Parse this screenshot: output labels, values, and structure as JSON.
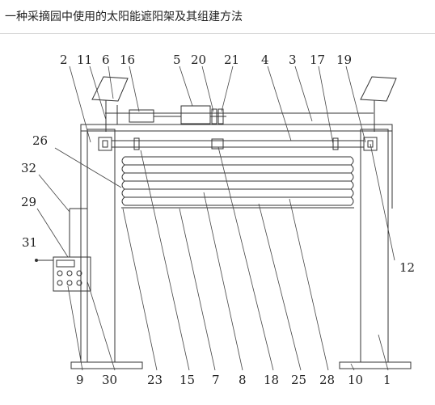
{
  "title": "一种采摘园中使用的太阳能遮阳架及其组建方法",
  "labels": {
    "l2": "2",
    "l11": "11",
    "l6": "6",
    "l16": "16",
    "l5": "5",
    "l20": "20",
    "l21": "21",
    "l4": "4",
    "l3": "3",
    "l17": "17",
    "l19": "19",
    "l26": "26",
    "l32": "32",
    "l29": "29",
    "l31": "31",
    "l12": "12",
    "l9": "9",
    "l30": "30",
    "l23": "23",
    "l15": "15",
    "l7": "7",
    "l8": "8",
    "l18": "18",
    "l25": "25",
    "l28": "28",
    "l10": "10",
    "l1": "1"
  }
}
